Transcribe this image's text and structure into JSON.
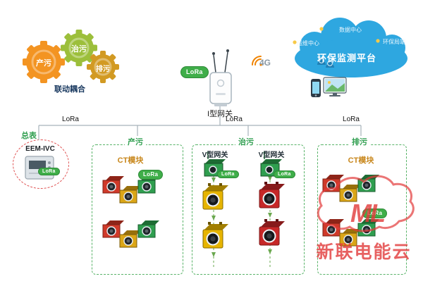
{
  "gears": {
    "gear1": "产污",
    "gear2": "治污",
    "gear3": "排污",
    "caption": "联动耦合"
  },
  "gateway": {
    "label": "I型网关",
    "lora": "LoRa",
    "network": "4G"
  },
  "cloud": {
    "title": "环保监测平台",
    "node_top": "数据中心",
    "node_left": "运维中心",
    "node_right": "环保局端"
  },
  "bus": {
    "left": "LoRa",
    "center": "LoRa",
    "right": "LoRa"
  },
  "meter": {
    "tag": "总表",
    "model": "EEM-IVC",
    "lora": "LoRa"
  },
  "zone_chanwu": {
    "title": "产污",
    "module": "CT模块",
    "lora": "LoRa"
  },
  "zone_zhiwu": {
    "title": "治污",
    "gateway1": "V型网关",
    "gateway2": "V型网关",
    "lora1": "LoRa",
    "lora2": "LoRa"
  },
  "zone_paiwu": {
    "title": "排污",
    "module": "CT模块",
    "lora": "LoRa"
  },
  "watermark": {
    "logo": "ML",
    "brand": "新联电能云"
  }
}
